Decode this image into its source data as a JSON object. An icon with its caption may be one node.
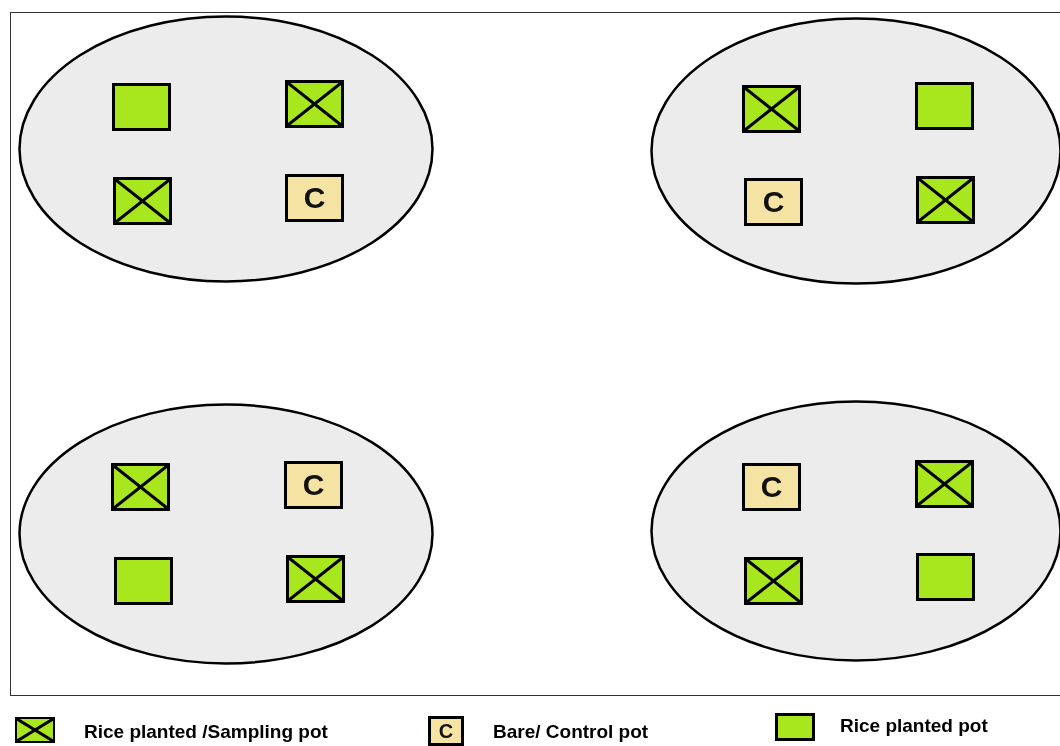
{
  "diagram": {
    "nodes": [
      {
        "text": [],
        "shape": "ellipse"
      },
      {
        "text": [],
        "shape": "box",
        "in": 0
      },
      {
        "text": [],
        "shape": "crossbox",
        "in": 0
      },
      {
        "text": [],
        "shape": "crossbox",
        "in": 0
      },
      {
        "text": [
          "C"
        ],
        "in": 0
      },
      {
        "text": [],
        "shape": "ellipse"
      },
      {
        "text": [],
        "shape": "crossbox",
        "in": 5
      },
      {
        "text": [],
        "shape": "box",
        "in": 5
      },
      {
        "text": [
          "C"
        ],
        "in": 5
      },
      {
        "text": [],
        "shape": "crossbox",
        "in": 5
      },
      {
        "text": [],
        "shape": "ellipse"
      },
      {
        "text": [],
        "shape": "crossbox",
        "in": 10
      },
      {
        "text": [
          "C"
        ],
        "in": 10
      },
      {
        "text": [],
        "shape": "box",
        "in": 10
      },
      {
        "text": [],
        "shape": "crossbox",
        "in": 10
      },
      {
        "text": [],
        "shape": "ellipse"
      },
      {
        "text": [
          "C"
        ],
        "in": 15
      },
      {
        "text": [],
        "shape": "crossbox",
        "in": 15
      },
      {
        "text": [],
        "shape": "crossbox",
        "in": 15
      },
      {
        "text": [],
        "shape": "box",
        "in": 15
      }
    ],
    "edges": [],
    "labels": [
      "C"
    ],
    "legend": [
      {
        "text": "Rice planted /Sampling pot"
      },
      {
        "text": "Bare/ Control pot"
      },
      {
        "text": "Rice planted pot",
        "color": "#a8e61e"
      }
    ]
  }
}
